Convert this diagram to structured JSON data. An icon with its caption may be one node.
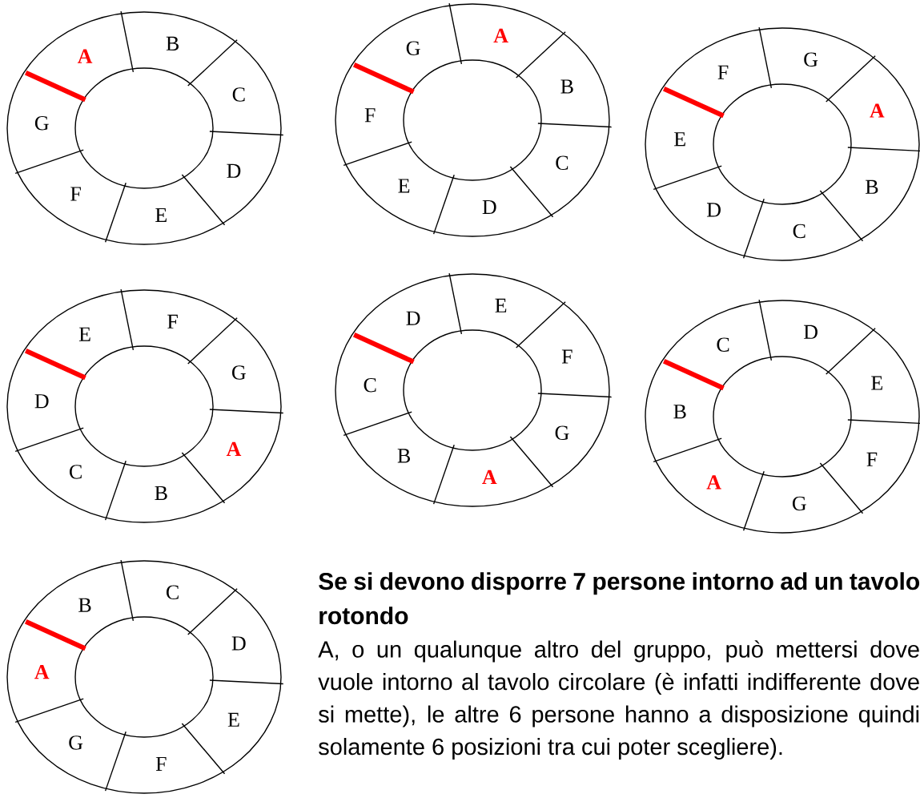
{
  "diagram": {
    "nodes": [
      {
        "text": [
          "A",
          "B",
          "C",
          "D",
          "E",
          "F",
          "G"
        ]
      },
      {
        "text": [
          "A",
          "B",
          "C",
          "D",
          "E",
          "F",
          "G"
        ]
      },
      {
        "text": [
          "A",
          "B",
          "C",
          "D",
          "E",
          "F",
          "G"
        ]
      },
      {
        "text": [
          "A",
          "B",
          "C",
          "D",
          "E",
          "F",
          "G"
        ]
      },
      {
        "text": [
          "A",
          "B",
          "C",
          "D",
          "E",
          "F",
          "G"
        ]
      },
      {
        "text": [
          "A",
          "B",
          "C",
          "D",
          "E",
          "F",
          "G"
        ]
      },
      {
        "text": [
          "A",
          "B",
          "C",
          "D",
          "E",
          "F",
          "G"
        ]
      }
    ],
    "labels": [
      "Se si devono disporre 7 persone intorno ad un tavolo rotondo",
      "A, o un qualunque altro del gruppo, può mettersi dove vuole intorno al tavolo circolare (è infatti indifferente dove si mette), le altre 6 persone hanno a disposizione quindi solamente 6 posizioni tra cui poter scegliere)."
    ]
  }
}
